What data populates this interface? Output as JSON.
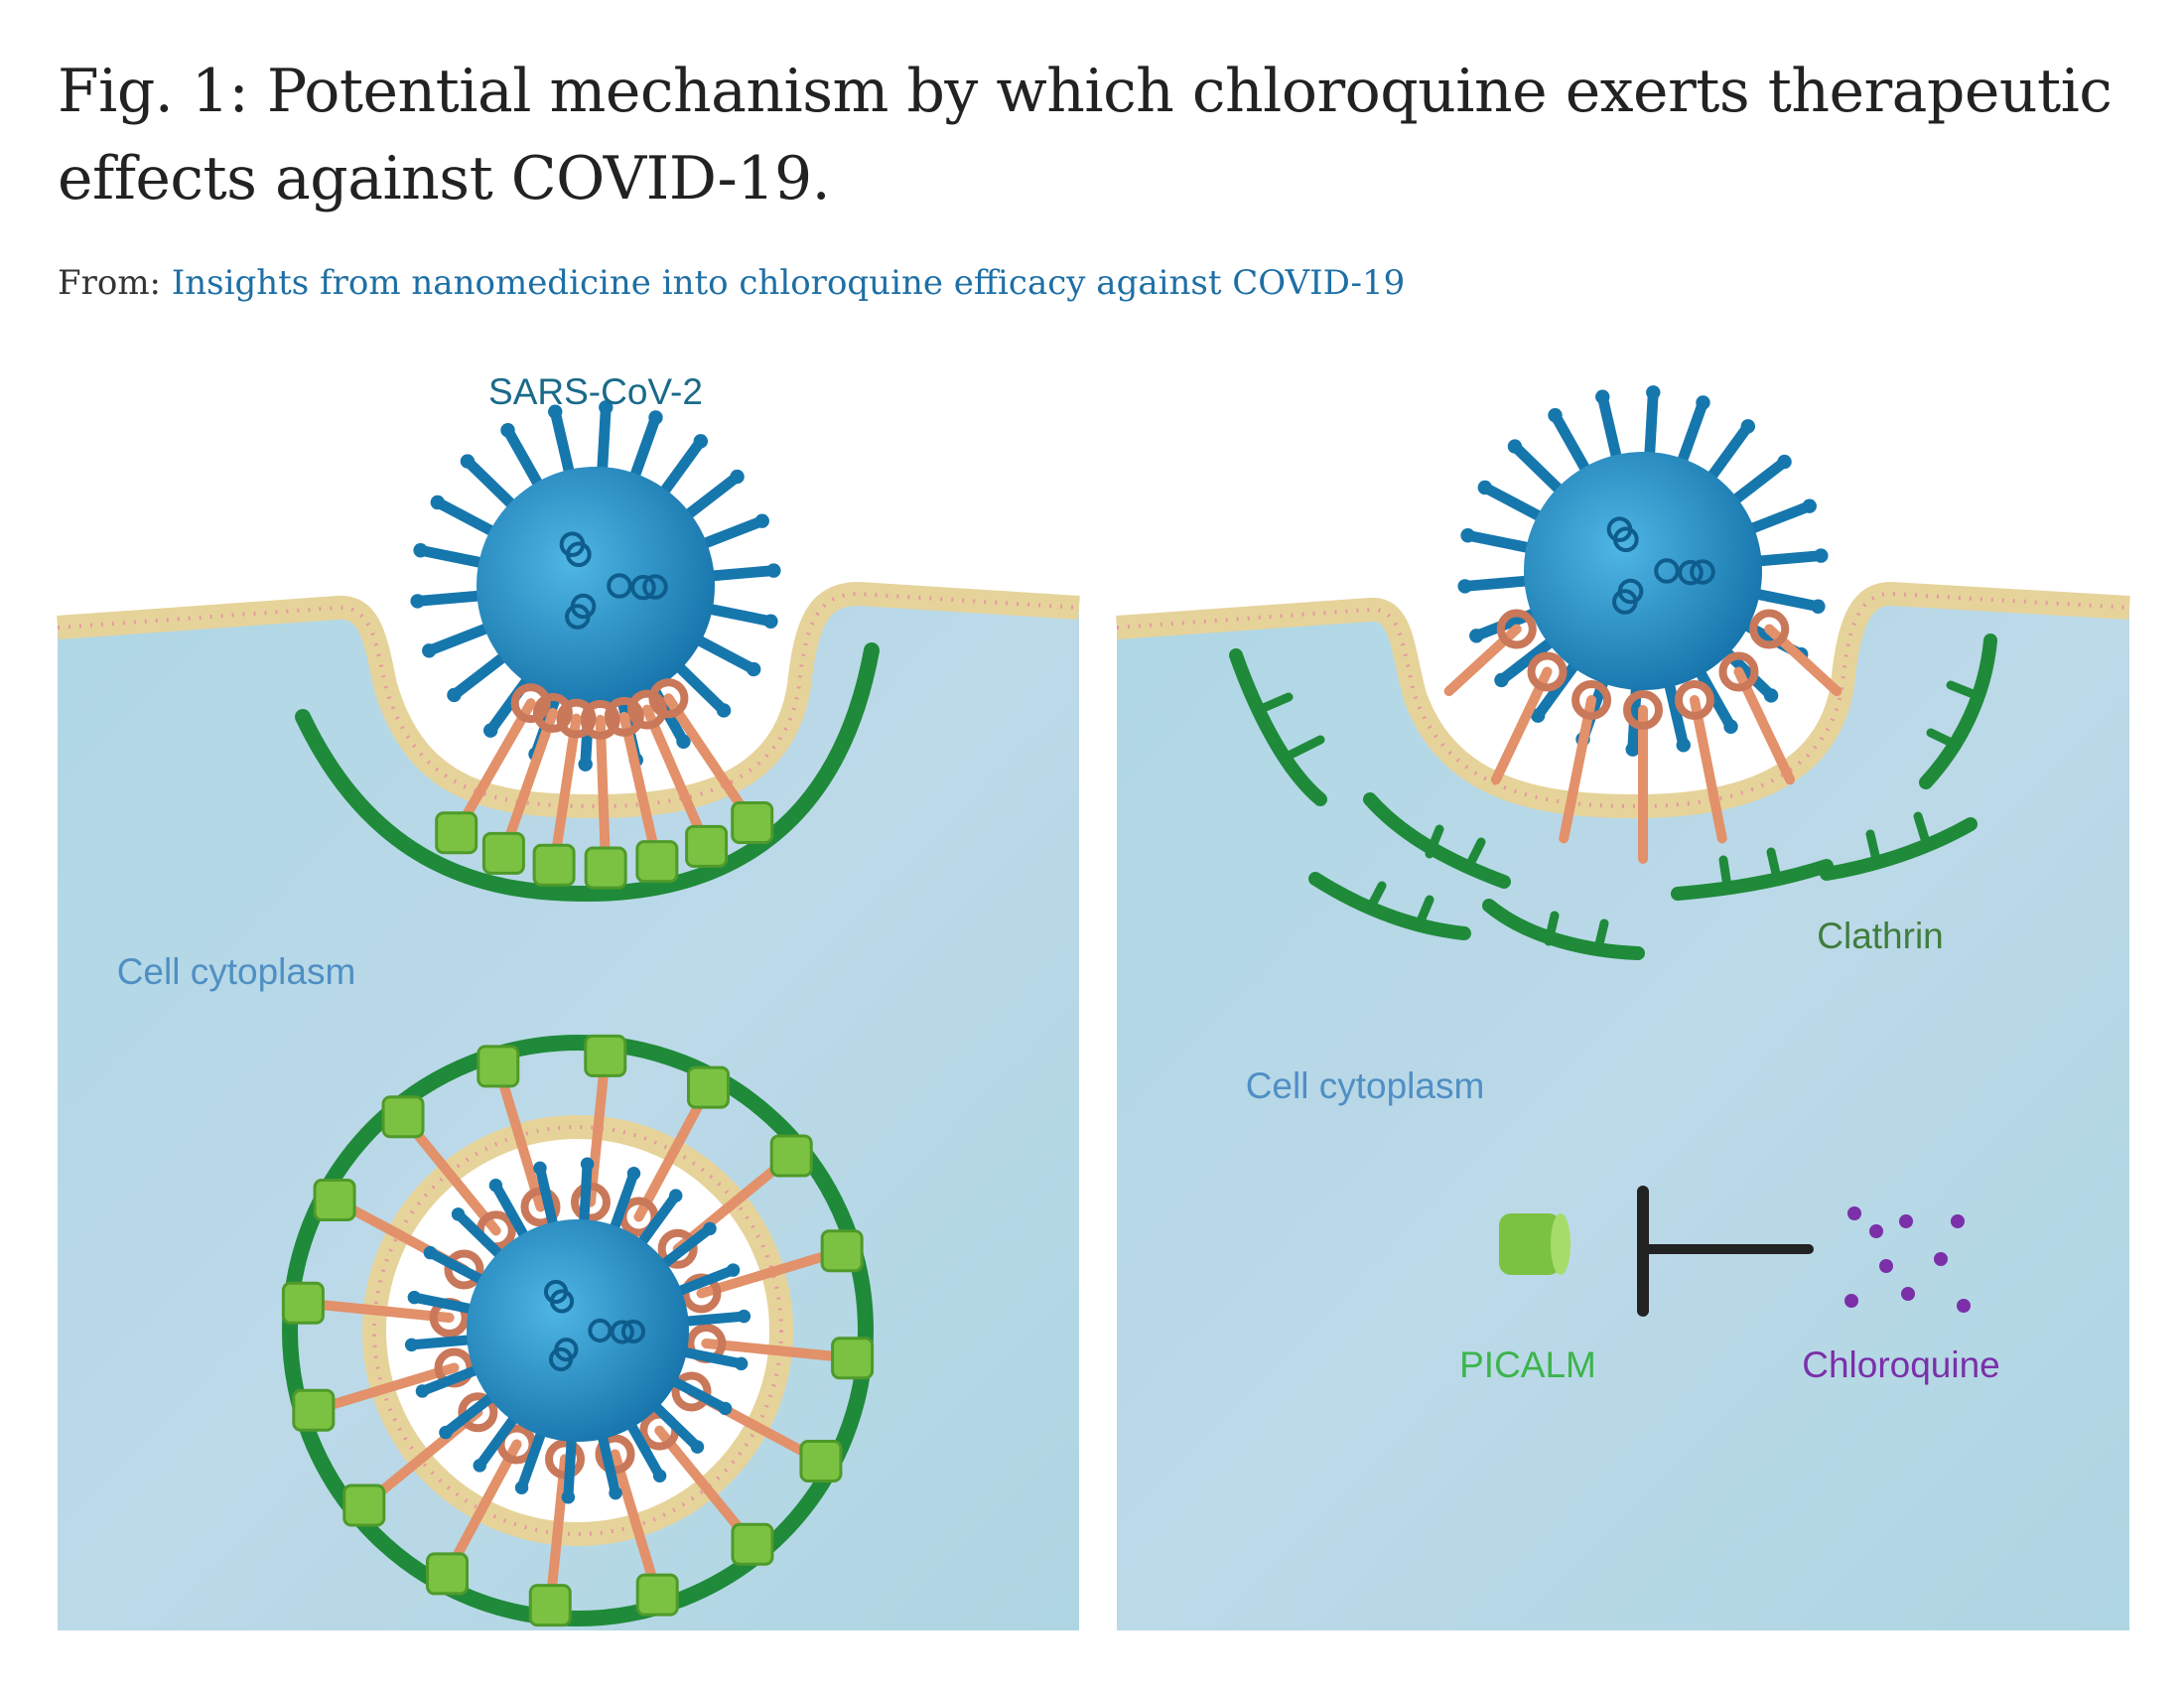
{
  "figure": {
    "title": "Fig. 1: Potential mechanism by which chloroquine exerts therapeutic effects against COVID-19.",
    "from_label": "From:",
    "source_link": "Insights from nanomedicine into chloroquine efficacy against COVID-19"
  },
  "illustration": {
    "labels": {
      "virus": "SARS-CoV-2",
      "cytoplasm_left": "Cell cytoplasm",
      "cytoplasm_right": "Cell cytoplasm",
      "clathrin": "Clathrin",
      "picalm": "PICALM",
      "chloroquine": "Chloroquine"
    },
    "colors": {
      "virus": "#1b8fc6",
      "clathrin": "#1f8a3a",
      "picalm": "#7cc242",
      "receptor": "#e2916a",
      "chloroquine": "#7b2fa8",
      "cytoplasm": "#b3d9e5",
      "membrane": "#e6d39a"
    }
  }
}
